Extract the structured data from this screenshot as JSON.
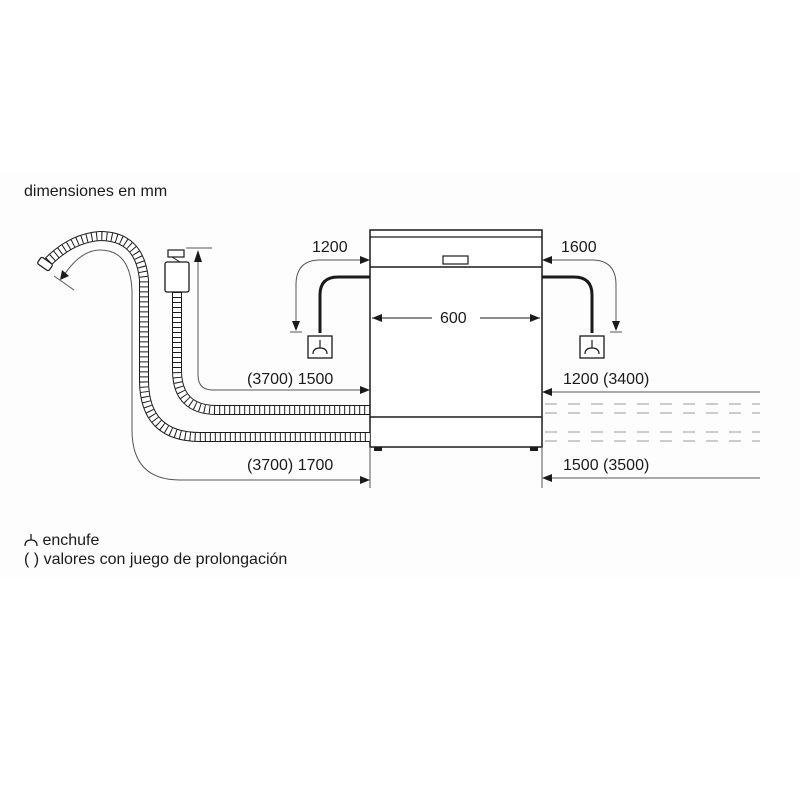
{
  "title": "dimensiones en mm",
  "appliance": {
    "width_label": "600"
  },
  "dimensions": {
    "left_power_cord": "1200",
    "right_power_cord": "1600",
    "left_inlet_hose": "(3700) 1500",
    "left_drain_hose": "(3700) 1700",
    "right_inlet_hose": "1200 (3400)",
    "right_drain_hose": "1500 (3500)"
  },
  "legend": {
    "plug_symbol": "⼈",
    "plug_label": "enchufe",
    "paren_symbol": "( )",
    "paren_label": "valores con juego de prolongación"
  },
  "colors": {
    "line": "#1a1a1a",
    "dim_line": "#555555",
    "dash": "#9a9a9a",
    "background": "#ffffff"
  }
}
